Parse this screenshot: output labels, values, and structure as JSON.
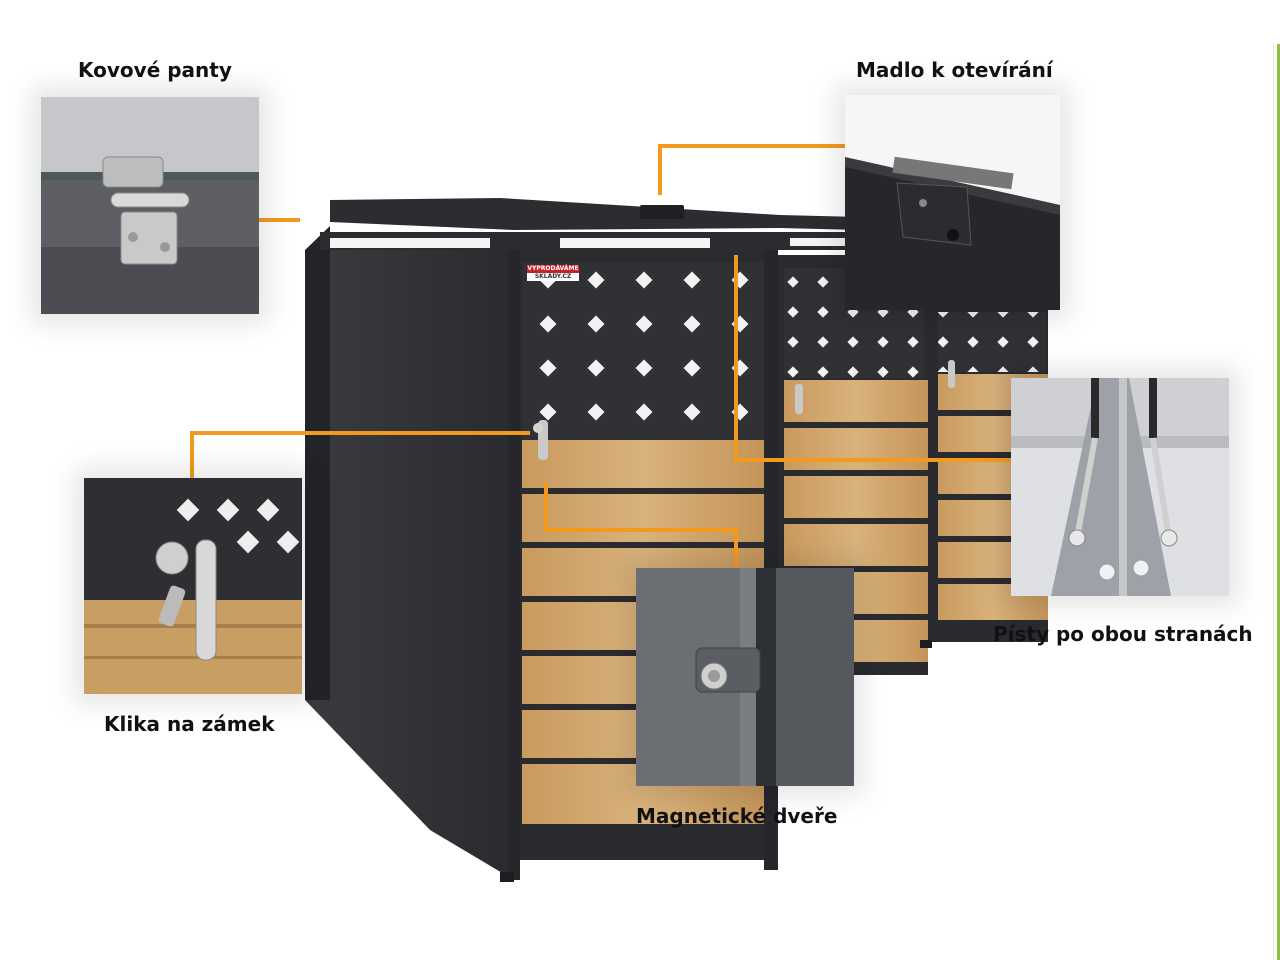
{
  "callouts": {
    "hinges": "Kovové panty",
    "handle": "Madlo k otevírání",
    "pistons": "Písty po obou stranách",
    "lock_handle": "Klika na zámek",
    "magnetic_door": "Magnetické dveře"
  },
  "logo": {
    "line1": "VYPRODÁVÁME",
    "line2": "SKLADY.CZ"
  },
  "colors": {
    "accent_line": "#F39A1E",
    "cabinet": "#2E2F33",
    "wood": "#C9A06A",
    "side_stripe": "#8FBF4A"
  }
}
